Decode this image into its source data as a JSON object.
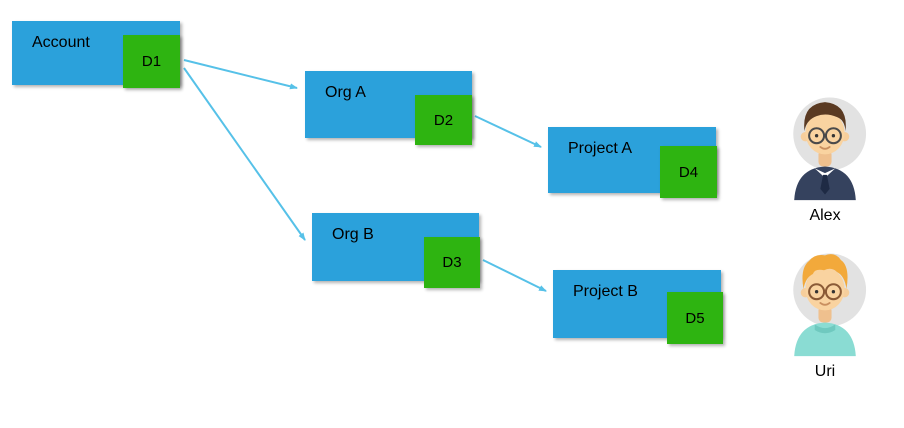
{
  "diagram": {
    "nodes": [
      {
        "id": "account",
        "label": "Account",
        "badge": "D1"
      },
      {
        "id": "org-a",
        "label": "Org A",
        "badge": "D2"
      },
      {
        "id": "project-a",
        "label": "Project A",
        "badge": "D4"
      },
      {
        "id": "org-b",
        "label": "Org B",
        "badge": "D3"
      },
      {
        "id": "project-b",
        "label": "Project B",
        "badge": "D5"
      }
    ],
    "edges": [
      {
        "from": "account",
        "to": "org-a"
      },
      {
        "from": "account",
        "to": "org-b"
      },
      {
        "from": "org-a",
        "to": "project-a"
      },
      {
        "from": "org-b",
        "to": "project-b"
      }
    ],
    "users": [
      {
        "name": "Alex"
      },
      {
        "name": "Uri"
      }
    ],
    "colors": {
      "node": "#2BA1DB",
      "badge": "#2EB411",
      "edge": "#56C1E8"
    }
  }
}
